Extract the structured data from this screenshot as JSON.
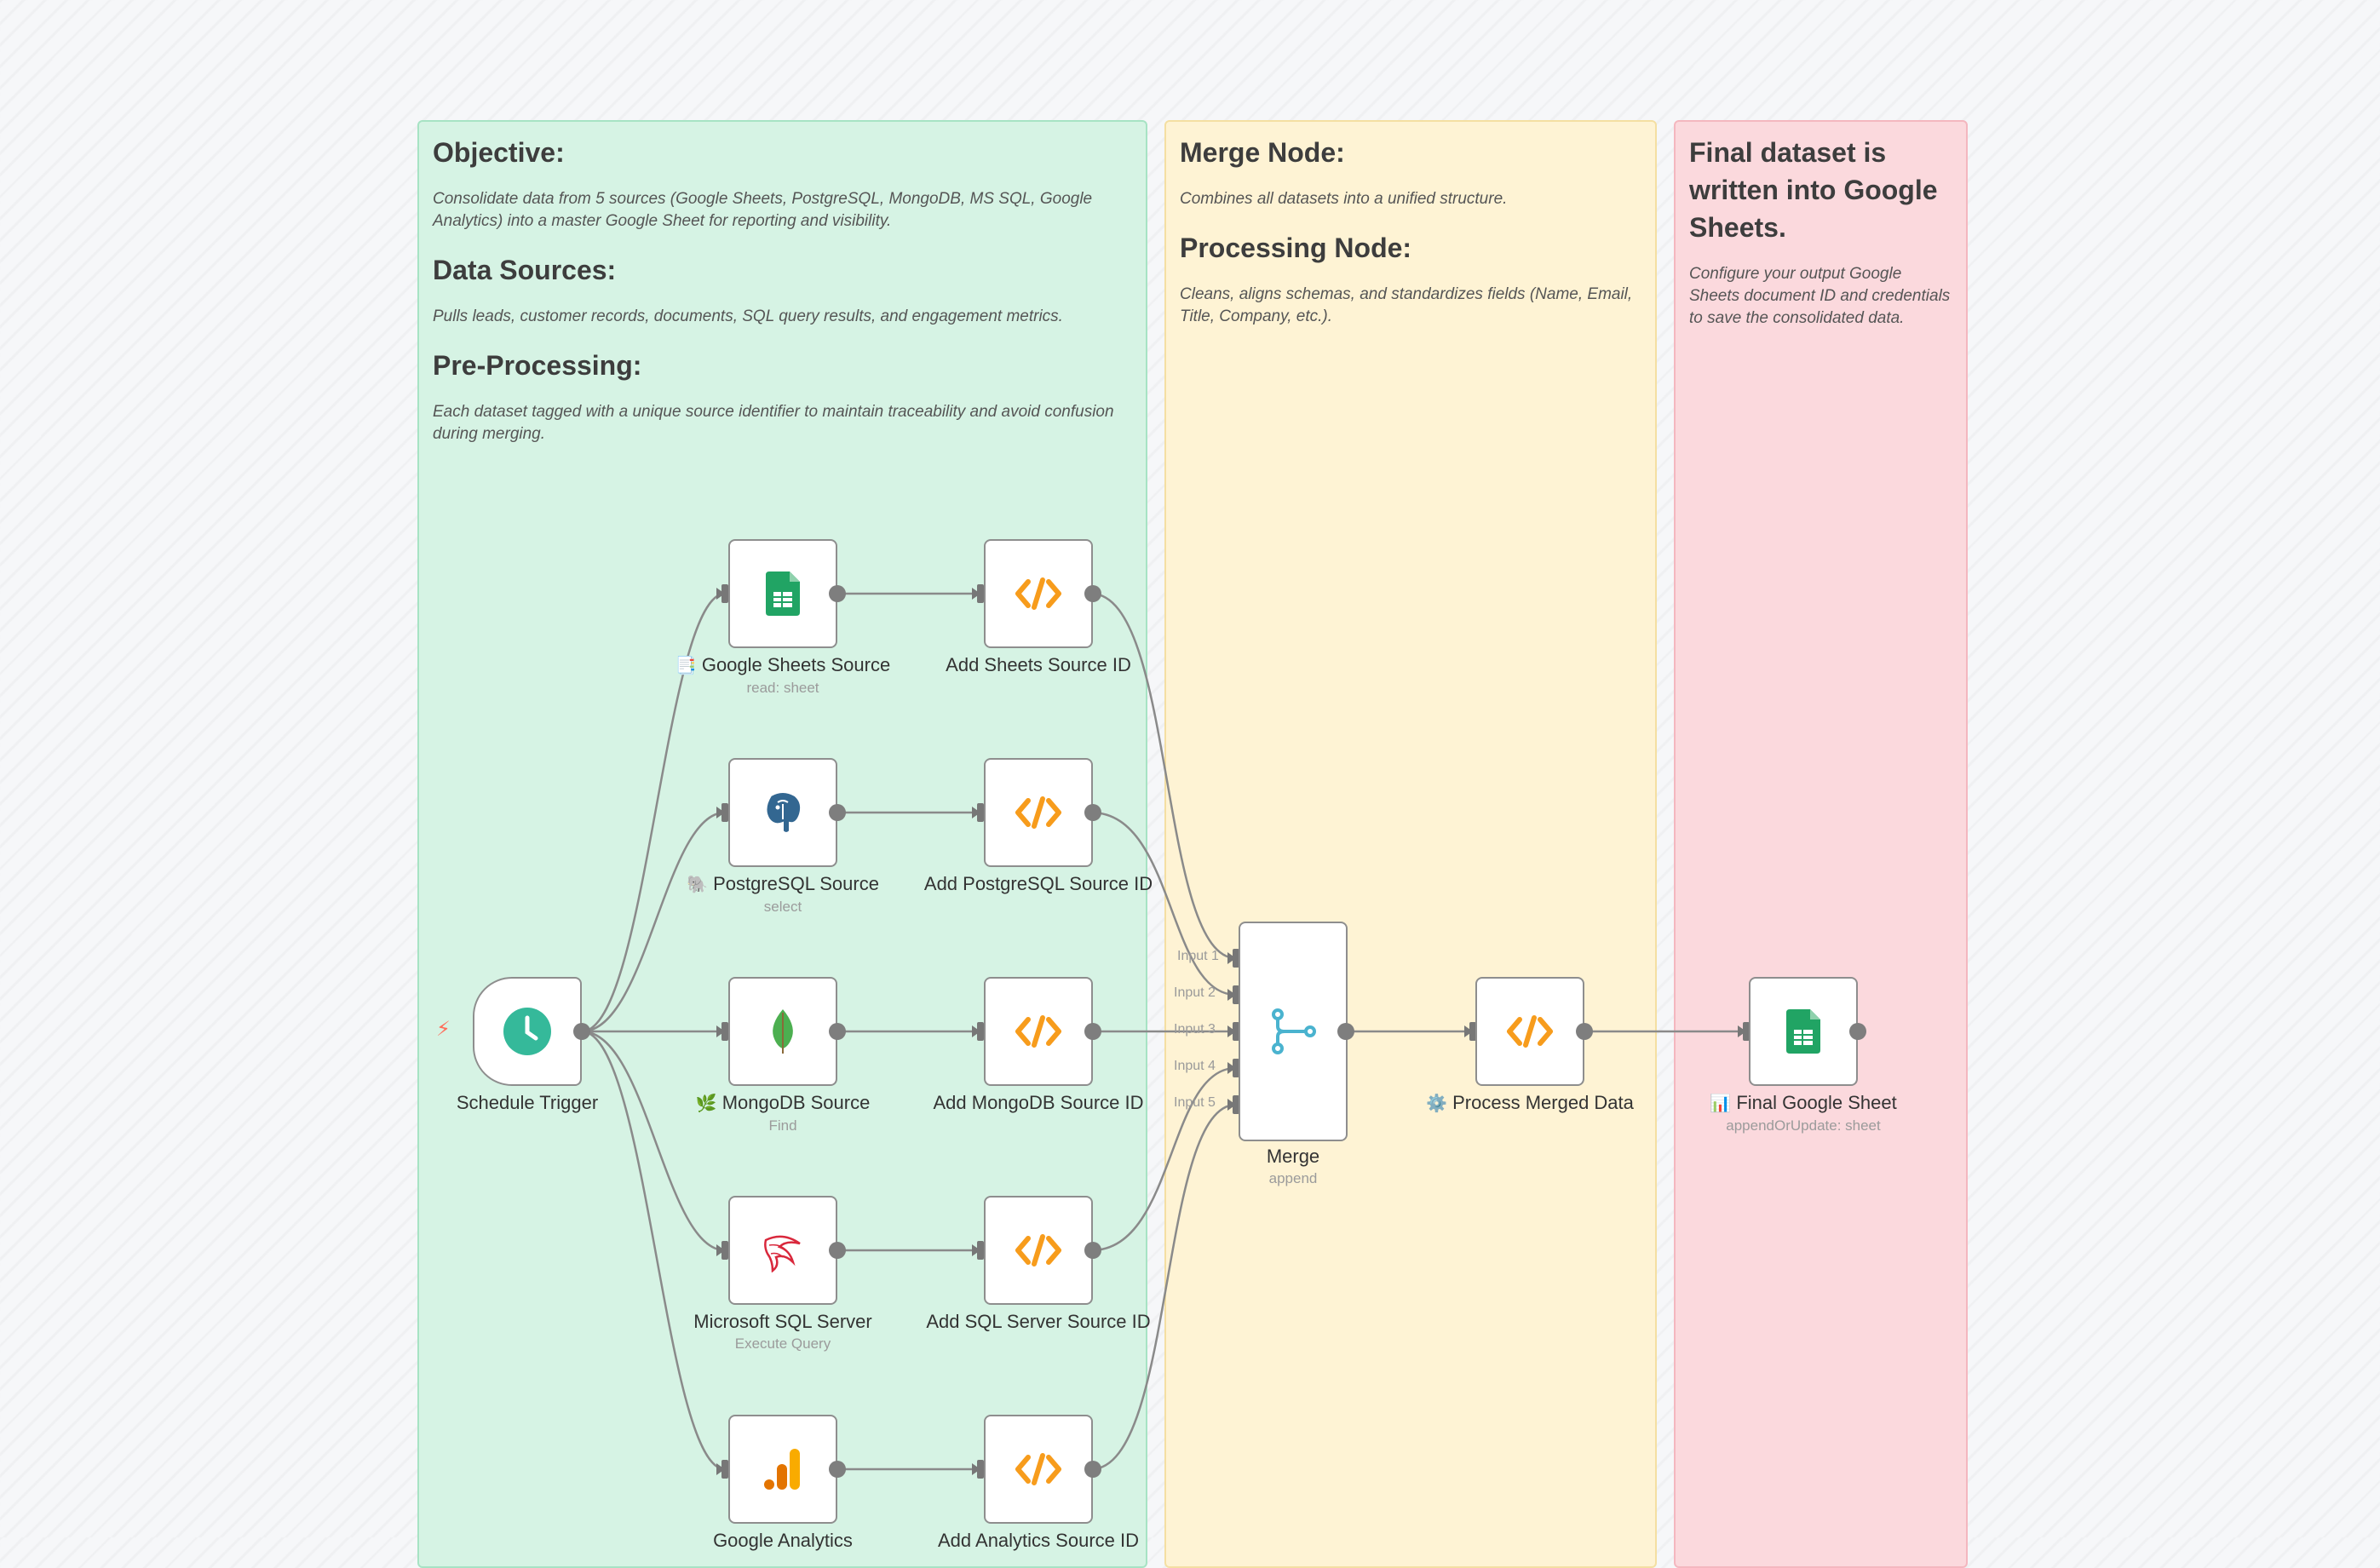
{
  "sticky_notes": {
    "green": {
      "h1": "Objective:",
      "p1": "Consolidate data from 5 sources (Google Sheets, PostgreSQL, MongoDB, MS SQL, Google Analytics) into a master Google Sheet for reporting and visibility.",
      "h2": "Data Sources:",
      "p2": "Pulls leads, customer records, documents, SQL query results, and engagement metrics.",
      "h3": "Pre-Processing:",
      "p3": "Each dataset tagged with a unique source identifier to maintain traceability and avoid confusion during merging."
    },
    "yellow": {
      "h1": "Merge Node:",
      "p1": "Combines all datasets into a unified structure.",
      "h2": "Processing Node:",
      "p2": "Cleans, aligns schemas, and standardizes fields (Name, Email, Title, Company, etc.)."
    },
    "red": {
      "h1": "Final dataset is written into Google Sheets.",
      "p1": "Configure your output Google Sheets document ID and credentials to save the consolidated data."
    }
  },
  "nodes": {
    "schedule_trigger": {
      "label": "Schedule Trigger"
    },
    "google_sheets_source": {
      "emoji": "📑",
      "label": "Google Sheets Source",
      "sub": "read: sheet"
    },
    "postgres_source": {
      "emoji": "🐘",
      "label": "PostgreSQL Source",
      "sub": "select"
    },
    "mongodb_source": {
      "emoji": "🌿",
      "label": "MongoDB Source",
      "sub": "Find"
    },
    "mssql_source": {
      "label": "Microsoft SQL Server",
      "sub": "Execute Query"
    },
    "ga_source": {
      "label": "Google Analytics"
    },
    "add_sheets_id": {
      "label": "Add Sheets Source ID"
    },
    "add_postgres_id": {
      "label": "Add PostgreSQL Source ID"
    },
    "add_mongodb_id": {
      "label": "Add MongoDB Source ID"
    },
    "add_sqlserver_id": {
      "label": "Add SQL Server Source ID"
    },
    "add_analytics_id": {
      "label": "Add Analytics Source ID"
    },
    "merge": {
      "label": "Merge",
      "sub": "append",
      "inputs": [
        "Input 1",
        "Input 2",
        "Input 3",
        "Input 4",
        "Input 5"
      ]
    },
    "process_merged": {
      "emoji": "⚙️",
      "label": "Process Merged Data"
    },
    "final_sheet": {
      "emoji": "📊",
      "label": "Final Google Sheet",
      "sub": "appendOrUpdate: sheet"
    }
  },
  "colors": {
    "sticky_green": "#d6f3e4",
    "sticky_yellow": "#fef3d4",
    "sticky_red": "#fbd9dd",
    "code_icon": "#f79c1c",
    "sheets_green": "#21a464",
    "trigger_teal": "#35b99a",
    "merge_blue": "#4ab3cf",
    "edge_gray": "#8a8a8a"
  },
  "icons": {
    "trigger": "clock-icon",
    "sheets": "google-sheets-icon",
    "postgres": "postgres-elephant-icon",
    "mongodb": "mongodb-leaf-icon",
    "mssql": "mssql-icon",
    "ga": "google-analytics-icon",
    "code": "code-icon",
    "merge": "merge-icon",
    "bolt": "lightning-icon"
  }
}
